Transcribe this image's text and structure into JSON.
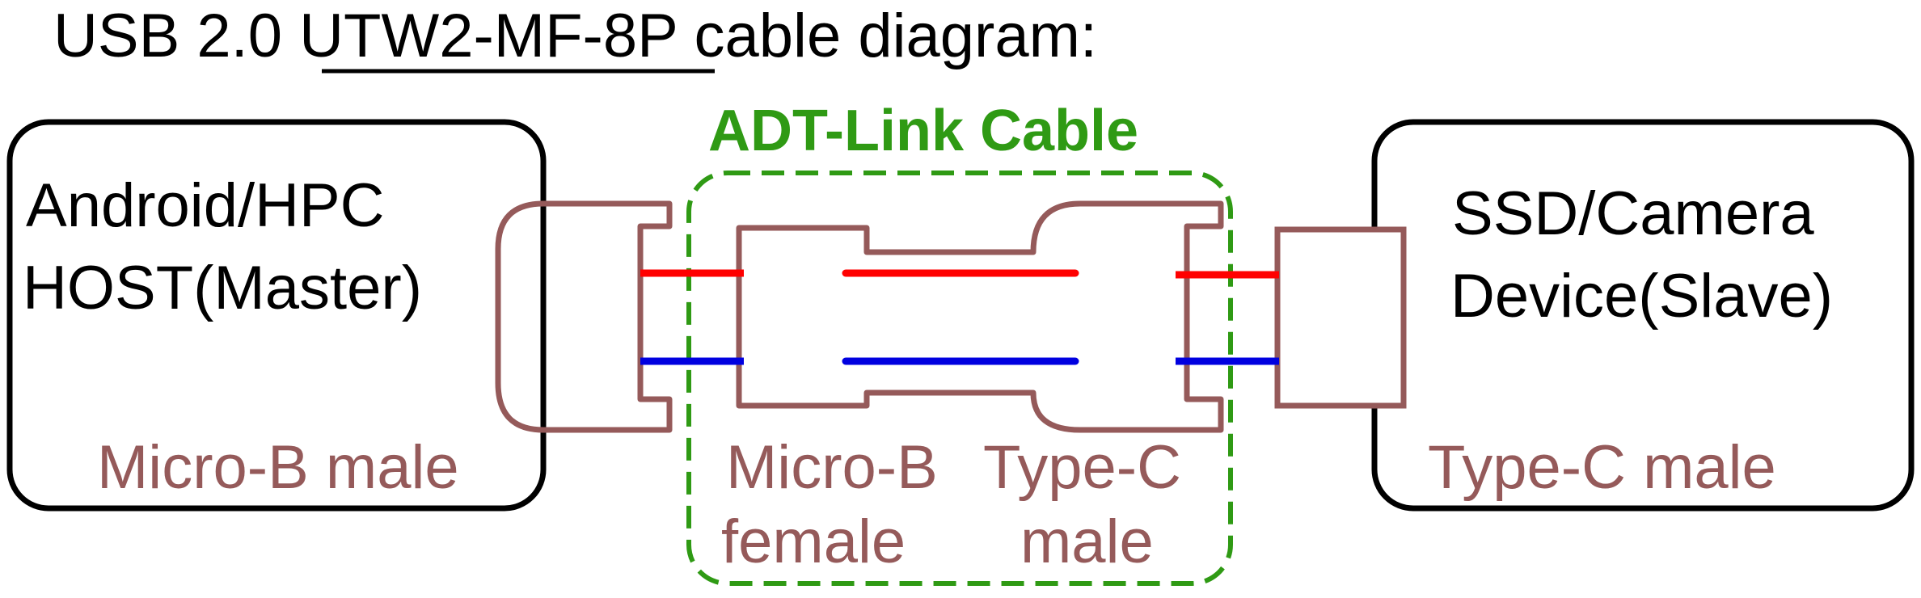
{
  "title": {
    "prefix": "USB 2.0 ",
    "model": "UTW2-MF-8P",
    "suffix": " cable diagram:"
  },
  "host": {
    "line1": "Android/HPC",
    "line2": "HOST(Master)",
    "connector_label": "Micro-B male"
  },
  "cable": {
    "title": "ADT-Link Cable",
    "left_label_line1": "Micro-B",
    "left_label_line2": "female",
    "right_label_line1": "Type-C",
    "right_label_line2": "male"
  },
  "device": {
    "line1": "SSD/Camera",
    "line2": "Device(Slave)",
    "connector_label": "Type-C male"
  },
  "colors": {
    "outline": "#000000",
    "connector": "#955a5a",
    "cable_accent": "#2f9a14",
    "wire_red": "#ff0000",
    "wire_blue": "#0000e0"
  }
}
